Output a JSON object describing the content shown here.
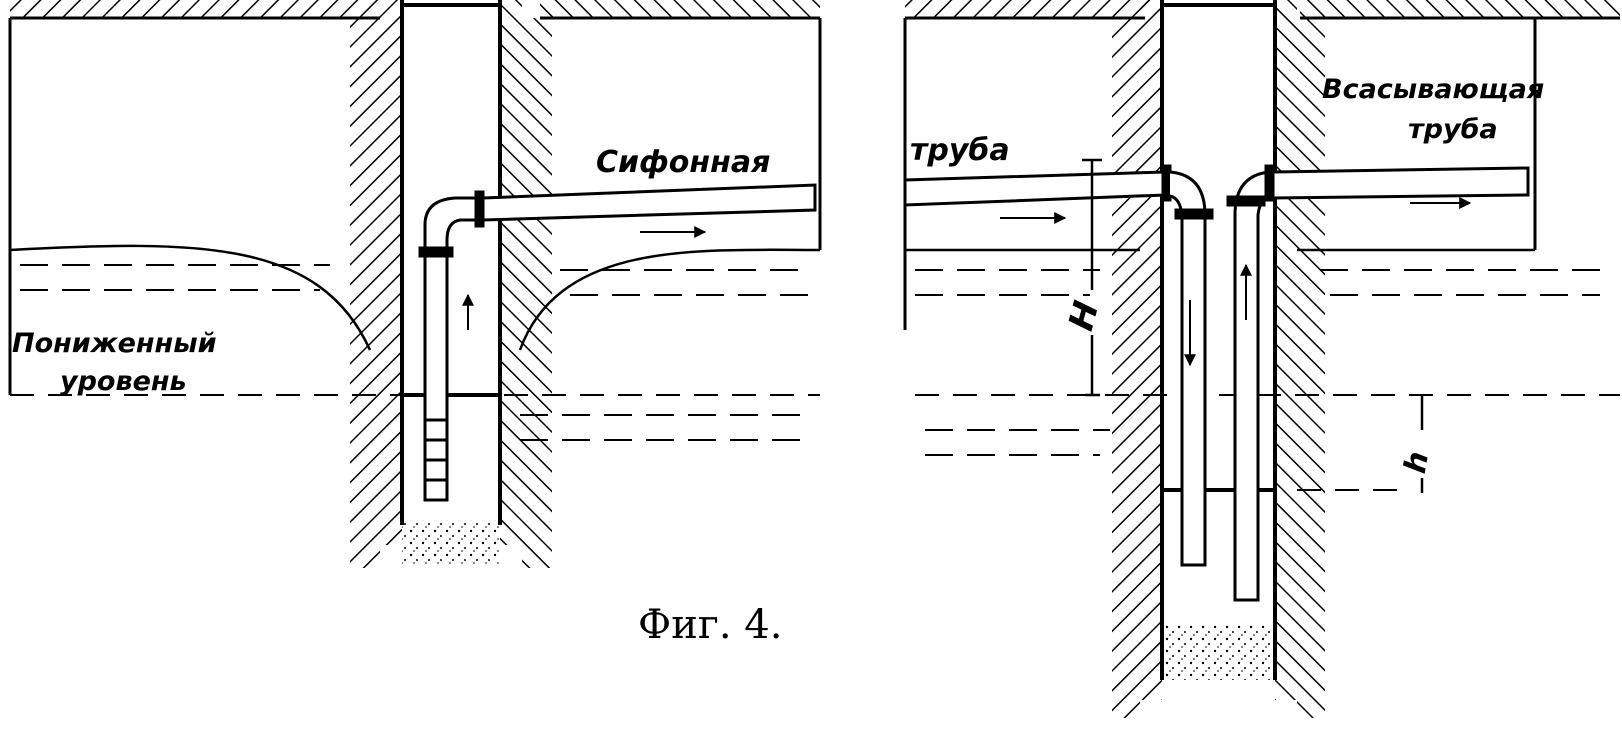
{
  "figure": {
    "caption": "Фиг. 4.",
    "colors": {
      "ink": "#000000",
      "paper": "#ffffff"
    }
  },
  "left_scheme": {
    "pipe_label": "Сифонная",
    "level_label_line1": "Пониженный",
    "level_label_line2": "уровень"
  },
  "right_scheme": {
    "left_pipe_label": "труба",
    "right_pipe_label_line1": "Всасывающая",
    "right_pipe_label_line2": "труба",
    "dimension_big": "H",
    "dimension_small": "h"
  }
}
